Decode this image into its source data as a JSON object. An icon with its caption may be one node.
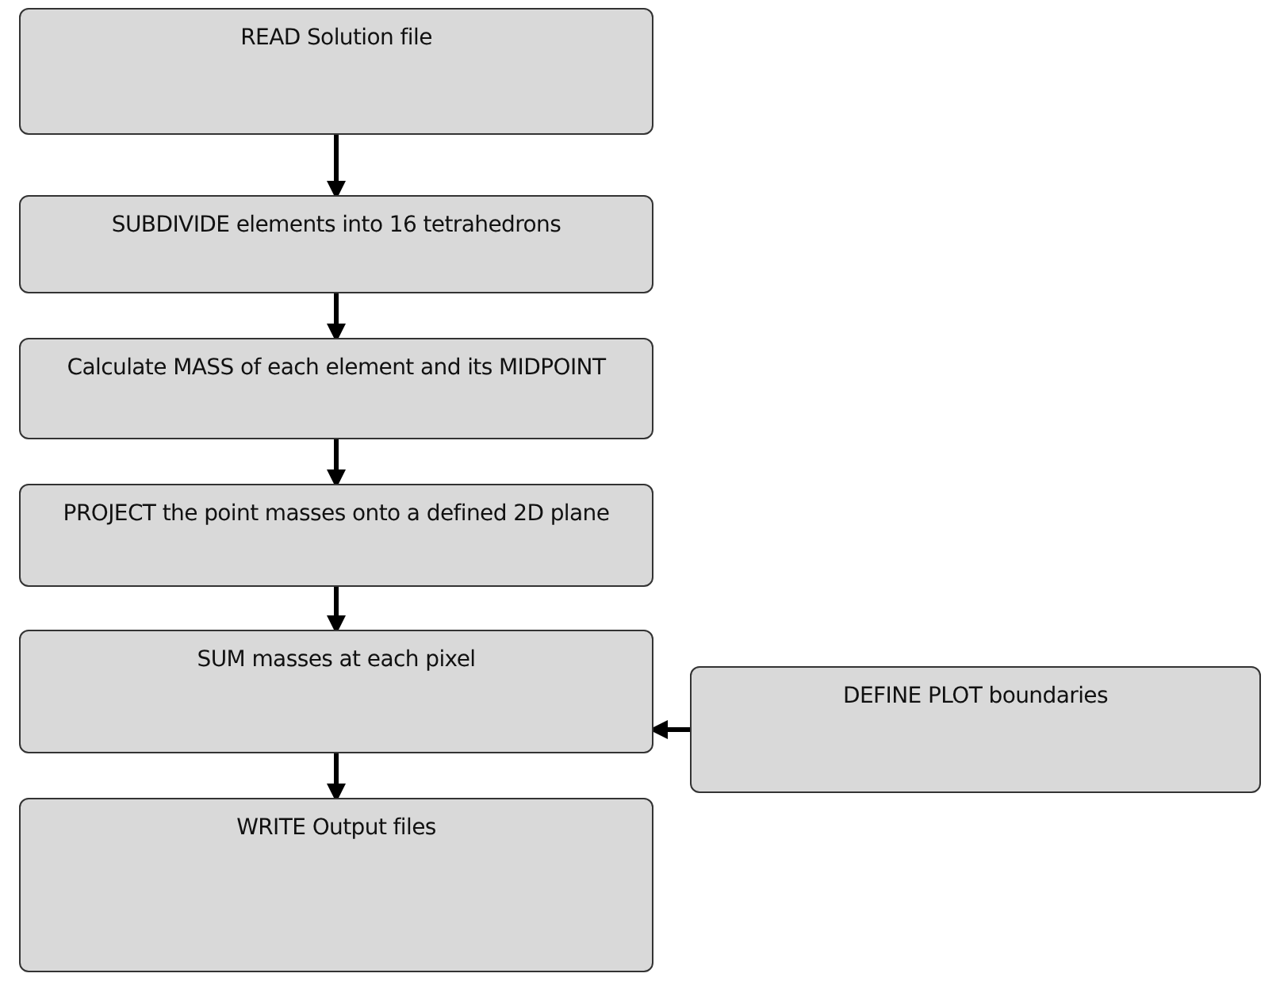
{
  "diagram": {
    "nodes": [
      {
        "text": [
          "READ Solution file"
        ]
      },
      {
        "text": [
          "SUBDIVIDE elements into 16 tetrahedrons"
        ]
      },
      {
        "text": [
          "Calculate MASS of each element and its MIDPOINT"
        ]
      },
      {
        "text": [
          "PROJECT the point masses onto a defined 2D plane"
        ]
      },
      {
        "text": [
          "SUM masses at each pixel"
        ]
      },
      {
        "text": [
          "WRITE Output files"
        ]
      },
      {
        "text": [
          "DEFINE PLOT boundaries"
        ]
      }
    ],
    "edges": [
      {
        "from": 0,
        "to": 1,
        "arrow": "to"
      },
      {
        "from": 1,
        "to": 2,
        "arrow": "to"
      },
      {
        "from": 2,
        "to": 3,
        "arrow": "to"
      },
      {
        "from": 3,
        "to": 4,
        "arrow": "to"
      },
      {
        "from": 4,
        "to": 5,
        "arrow": "to"
      },
      {
        "from": 6,
        "to": 4,
        "arrow": "to"
      }
    ]
  }
}
